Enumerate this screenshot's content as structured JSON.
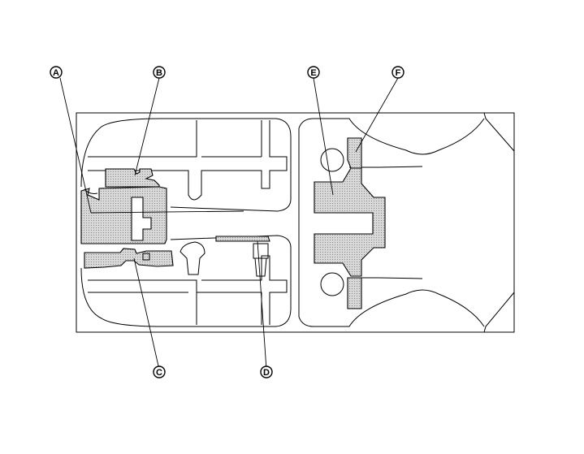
{
  "callouts": {
    "a": "A",
    "b": "B",
    "c": "C",
    "d": "D",
    "e": "E",
    "f": "F"
  }
}
